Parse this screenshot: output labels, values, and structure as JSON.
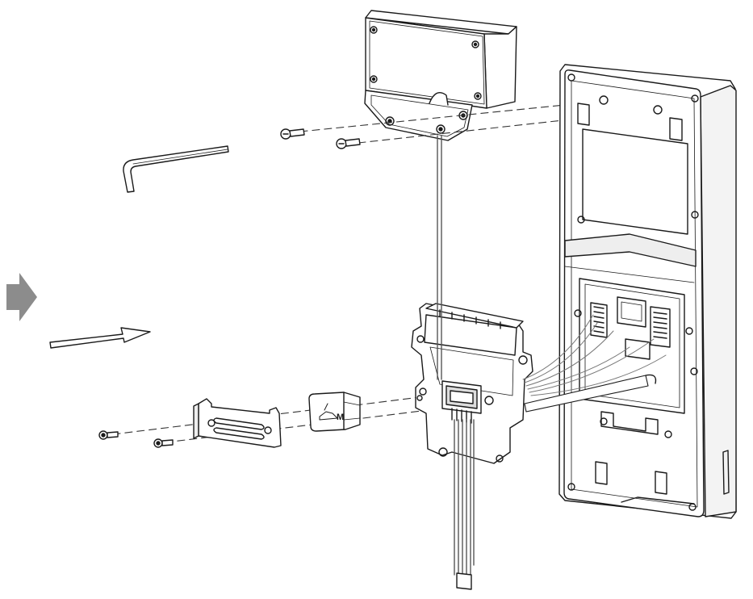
{
  "diagram": {
    "step_indicator": {
      "color": "#8c8c8c",
      "icon": "right-arrow-icon"
    },
    "direction_arrow": {
      "icon": "insertion-arrow-icon"
    },
    "plug_label": "M",
    "plug_mark_icon": "hand-cable-icon",
    "colors": {
      "line": "#1a1a1a",
      "dashed": "#333333",
      "panel_fill": "#ffffff",
      "shade": "#e6e6e6",
      "step_gray": "#8c8c8c"
    },
    "parts": [
      "top-cover",
      "hex-key",
      "top-screws",
      "front-panel",
      "terminal-module",
      "cable-plug",
      "bottom-bracket",
      "bottom-screws",
      "cable-bundle"
    ]
  }
}
